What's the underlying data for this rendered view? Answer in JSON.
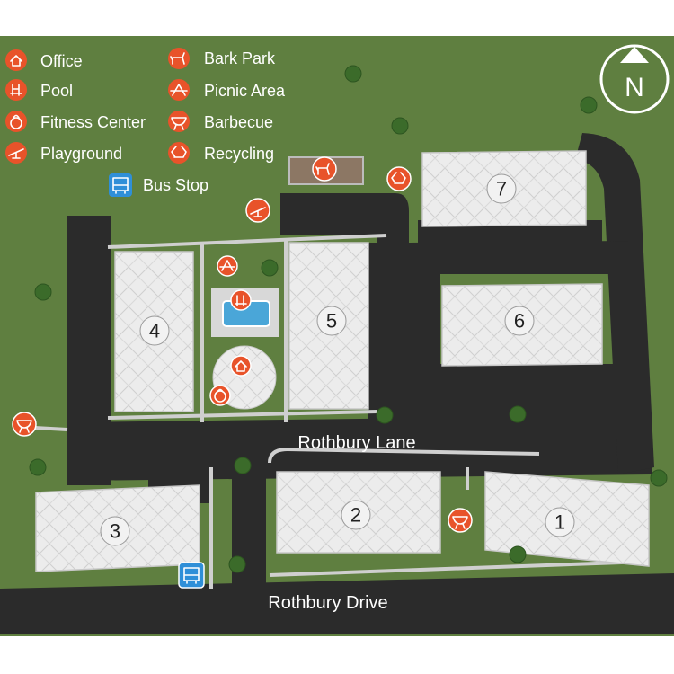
{
  "legend": {
    "items": [
      {
        "key": "office",
        "label": "Office",
        "icon": "house-icon"
      },
      {
        "key": "pool",
        "label": "Pool",
        "icon": "pool-ladder-icon"
      },
      {
        "key": "fitness",
        "label": "Fitness Center",
        "icon": "kettlebell-icon"
      },
      {
        "key": "playground",
        "label": "Playground",
        "icon": "seesaw-icon"
      },
      {
        "key": "bark",
        "label": "Bark Park",
        "icon": "dog-icon"
      },
      {
        "key": "picnic",
        "label": "Picnic Area",
        "icon": "picnic-table-icon"
      },
      {
        "key": "bbq",
        "label": "Barbecue",
        "icon": "grill-icon"
      },
      {
        "key": "recycling",
        "label": "Recycling",
        "icon": "recycle-icon"
      }
    ],
    "bus_stop": {
      "label": "Bus Stop",
      "icon": "bus-icon"
    }
  },
  "compass": {
    "letter": "N"
  },
  "buildings": [
    "1",
    "2",
    "3",
    "4",
    "5",
    "6",
    "7"
  ],
  "streets": {
    "lane": "Rothbury Lane",
    "drive": "Rothbury Drive"
  },
  "colors": {
    "grass": "#5f7f40",
    "road": "#2b2b2b",
    "building": "#e9e9e9",
    "marker": "#e8532a",
    "bus": "#2f8fd8",
    "sidewalk": "#cfcfcf"
  }
}
